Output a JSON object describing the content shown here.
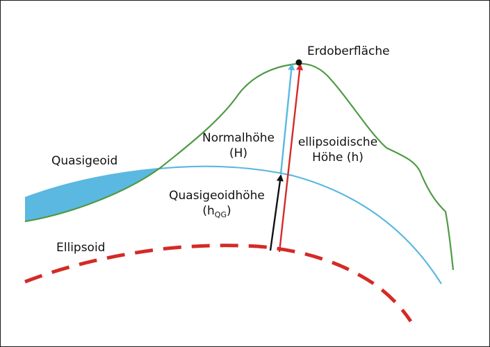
{
  "labels": {
    "surface": "Erdoberfläche",
    "normal_height_line1": "Normalhöhe",
    "normal_height_line2": "(H)",
    "ellipsoidal_height_line1": "ellipsoidische",
    "ellipsoidal_height_line2": "Höhe (h)",
    "quasigeoid": "Quasigeoid",
    "quasigeoid_height_line1": "Quasigeoidhöhe",
    "quasigeoid_height_symbol": "h",
    "quasigeoid_height_subscript": "QG",
    "ellipsoid": "Ellipsoid"
  },
  "colors": {
    "terrain": "#4f9a45",
    "quasigeoid": "#5bb8e0",
    "ellipsoid": "#d42a26",
    "normal_height_arrow": "#5bb8e0",
    "ellipsoidal_height_arrow": "#d42a26",
    "quasigeoid_height_arrow": "#111111",
    "surface_point": "#111111"
  }
}
